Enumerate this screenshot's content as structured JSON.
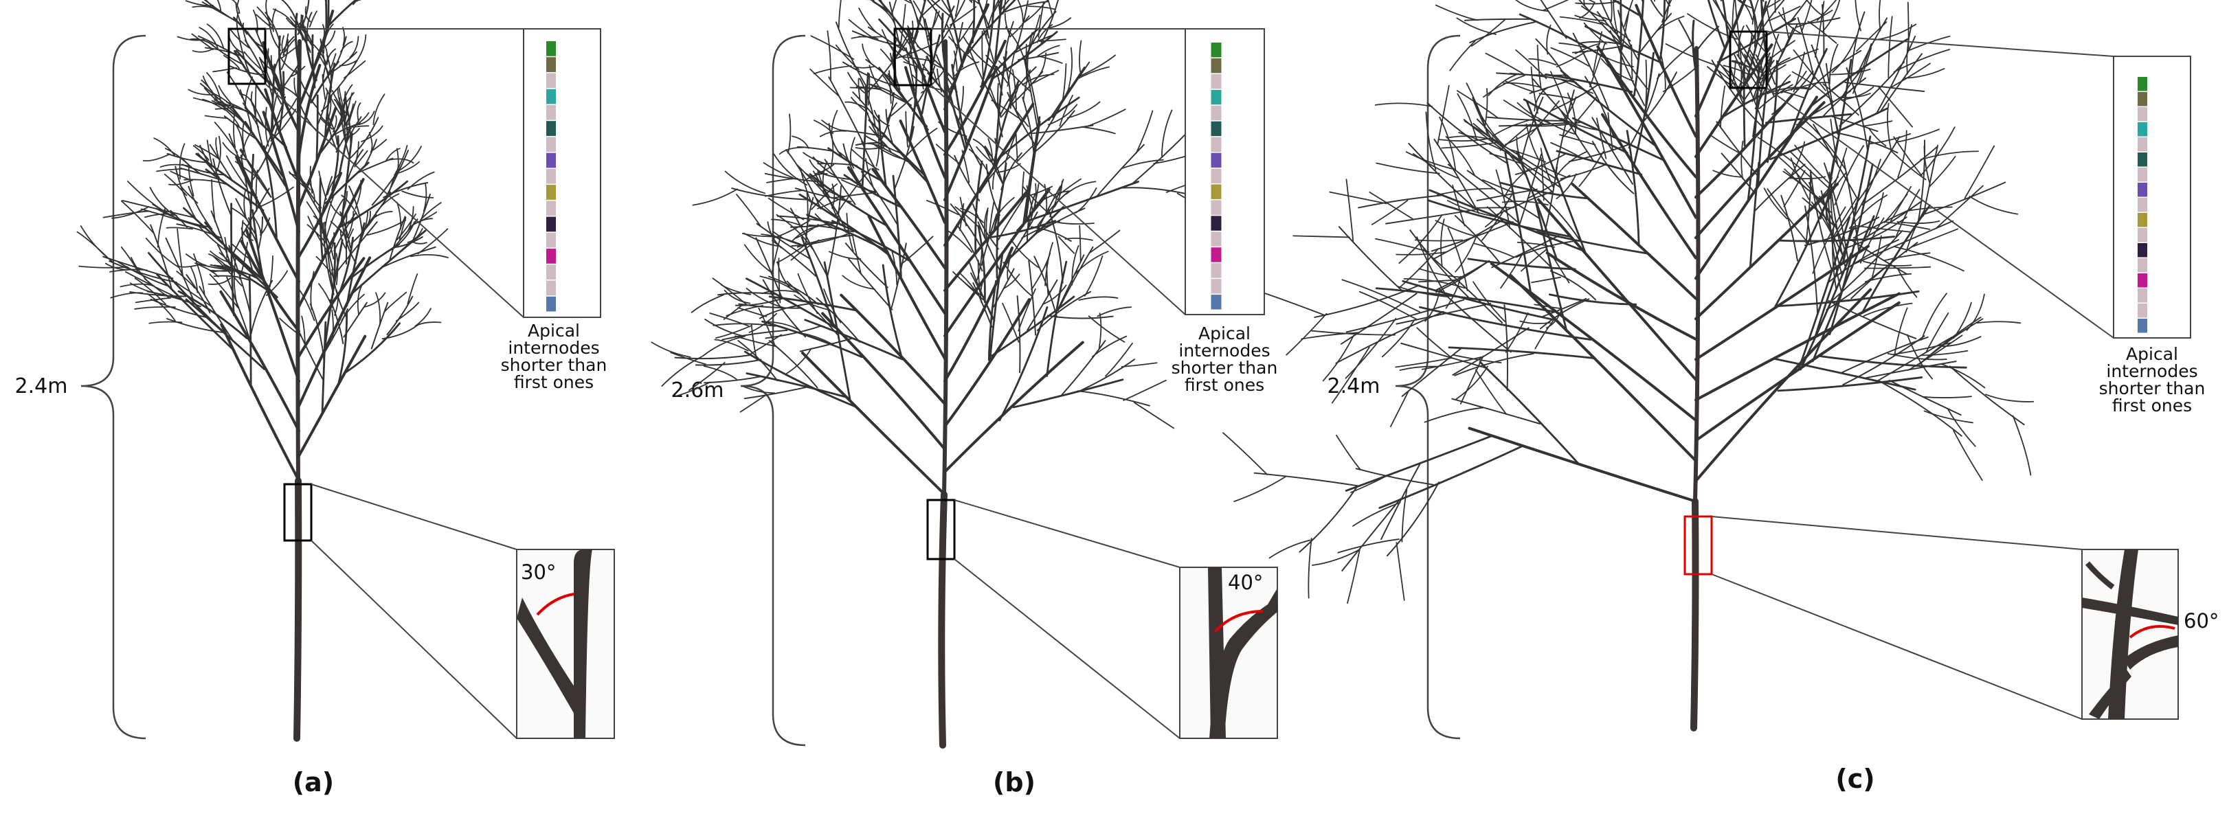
{
  "panels": [
    {
      "caption": "(a)",
      "height_label": "2.4m",
      "branch_angle": "30°",
      "annotation": [
        "Apical",
        "internodes",
        "shorter than",
        "first ones"
      ],
      "box_color": "#000000"
    },
    {
      "caption": "(b)",
      "height_label": "2.6m",
      "branch_angle": "40°",
      "annotation": [
        "Apical",
        "internodes",
        "shorter than",
        "first ones"
      ],
      "box_color": "#000000"
    },
    {
      "caption": "(c)",
      "height_label": "2.4m",
      "branch_angle": "60°",
      "annotation": [
        "Apical",
        "internodes",
        "shorter than",
        "first ones"
      ],
      "box_color": "#e00000"
    }
  ],
  "colors": {
    "branch": "#333333",
    "trunk": "#3a3533",
    "angle_arc": "#e00000",
    "internode_segments": [
      "#2a8a2a",
      "#6e6a45",
      "#cfbcc3",
      "#2aa6a0",
      "#cfbcc3",
      "#245a55",
      "#cfbcc3",
      "#6a4fb0",
      "#cfbcc3",
      "#a8983a",
      "#cfbcc3",
      "#2c1f3f",
      "#cfbcc3",
      "#c21a8e",
      "#cfbcc3",
      "#cfbcc3",
      "#5577aa"
    ]
  }
}
